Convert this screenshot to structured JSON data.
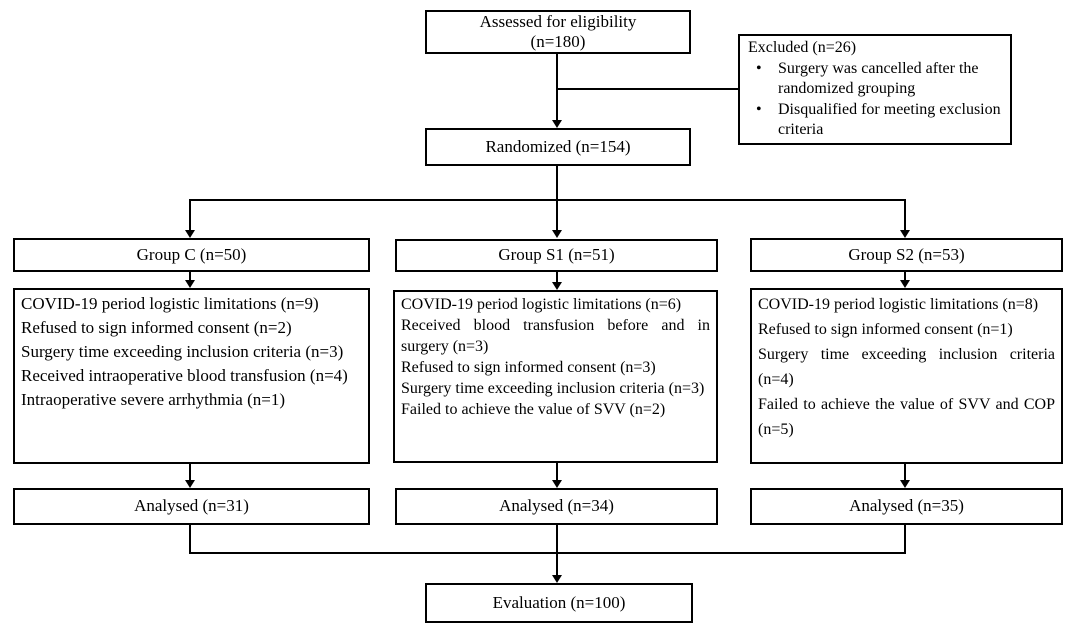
{
  "colors": {
    "border": "#000000",
    "background": "#ffffff",
    "text": "#000000"
  },
  "flowchart": {
    "assessed": {
      "line1": "Assessed for eligibility",
      "line2": "(n=180)"
    },
    "excluded": {
      "title": "Excluded (n=26)",
      "bullets": [
        "Surgery was cancelled after the randomized grouping",
        "Disqualified for meeting exclusion criteria"
      ]
    },
    "randomized": {
      "label": "Randomized (n=154)"
    },
    "groups": [
      {
        "header": "Group C (n=50)",
        "exclusions": [
          "COVID-19 period logistic limitations (n=9)",
          "Refused to sign informed consent (n=2)",
          "Surgery time exceeding inclusion criteria (n=3)",
          "Received intraoperative blood transfusion (n=4)",
          "Intraoperative severe arrhythmia (n=1)"
        ],
        "analysed": "Analysed (n=31)"
      },
      {
        "header": "Group S1 (n=51)",
        "exclusions": [
          "COVID-19 period logistic limitations (n=6)",
          "Received blood transfusion before and in surgery (n=3)",
          "Refused to sign informed consent (n=3)",
          "Surgery time exceeding inclusion criteria (n=3)",
          "Failed to achieve the value of SVV (n=2)"
        ],
        "analysed": "Analysed (n=34)"
      },
      {
        "header": "Group S2 (n=53)",
        "exclusions": [
          "COVID-19 period logistic limitations (n=8)",
          "Refused to sign informed consent (n=1)",
          "Surgery time exceeding inclusion criteria (n=4)",
          "Failed to achieve the value of SVV and COP (n=5)"
        ],
        "analysed": "Analysed (n=35)"
      }
    ],
    "evaluation": {
      "label": "Evaluation (n=100)"
    }
  }
}
